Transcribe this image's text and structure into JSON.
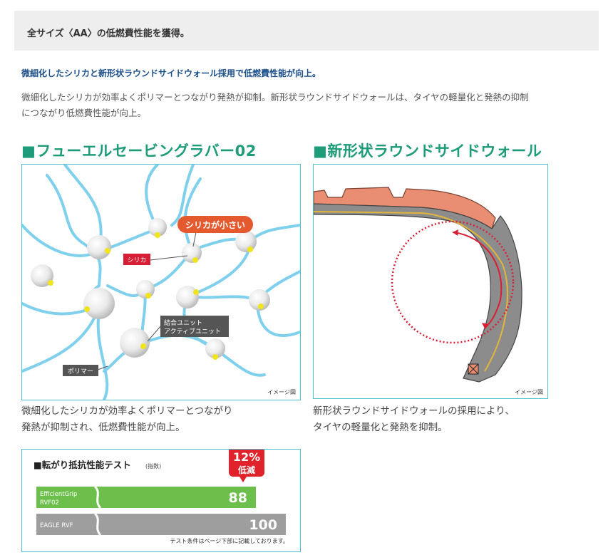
{
  "banner": {
    "title": "全サイズ〈AA〉の低燃費性能を獲得。"
  },
  "intro": {
    "heading": "微細化したシリカと新形状ラウンドサイドウォール採用で低燃費性能が向上。",
    "body_line1": "微細化したシリカが効率よくポリマーとつながり発熱が抑制。新形状ラウンドサイドウォールは、タイヤの軽量化と発熱の抑制",
    "body_line2": "につながり低燃費性能が向上。"
  },
  "left_section": {
    "title": "■フューエルセービングラバー02",
    "labels": {
      "silica_small": "シリカが小さい",
      "silica": "シリカ",
      "bond_line1": "結合ユニット",
      "bond_line2": "アクティブユニット",
      "polymer": "ポリマー",
      "image_note": "イメージ図"
    },
    "caption_line1": "微細化したシリカが効率よくポリマーとつながり",
    "caption_line2": "発熱が抑制され、低燃費性能が向上。"
  },
  "right_section": {
    "title": "■新形状ラウンドサイドウォール",
    "image_note": "イメージ図",
    "caption_line1": "新形状ラウンドサイドウォールの採用により、",
    "caption_line2": "タイヤの軽量化と発熱を抑制。"
  },
  "test": {
    "title": "■転がり抵抗性能テスト",
    "title_suffix": "(指数)",
    "badge_pct": "12%",
    "badge_text": "低減",
    "bars": [
      {
        "name_line1": "EfficientGrip",
        "name_line2": "RVF02",
        "value": 88,
        "value_text": "88",
        "color": "#6cbf4a"
      },
      {
        "name_line1": "EAGLE RVF",
        "name_line2": "",
        "value": 100,
        "value_text": "100",
        "color": "#9e9e9e"
      }
    ],
    "note": "テスト条件はページ下部に記載しております。"
  },
  "colors": {
    "accent_green": "#1e9c7a",
    "heading_blue": "#1a4f8a",
    "panel_border": "#4fc3d3",
    "badge_red": "#e0222b"
  }
}
